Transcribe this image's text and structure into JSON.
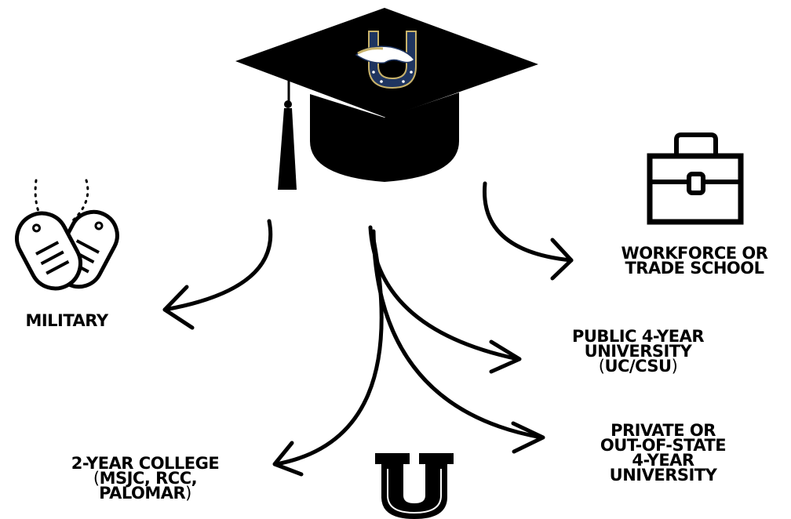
{
  "center": {
    "icon": "graduation-cap-icon",
    "emblem": "horseshoe-horse-logo"
  },
  "paths": {
    "military": {
      "lines": [
        "MILITARY"
      ],
      "icon": "dog-tags-icon"
    },
    "workforce": {
      "lines": [
        "WORKFORCE OR",
        "TRADE SCHOOL"
      ],
      "icon": "briefcase-icon"
    },
    "public_university": {
      "lines": [
        "PUBLIC 4-YEAR",
        "UNIVERSITY"
      ],
      "paren_line": "UC/CSU"
    },
    "private_university": {
      "lines": [
        "PRIVATE OR",
        "OUT-OF-STATE",
        "4-YEAR",
        "UNIVERSITY"
      ]
    },
    "two_year_college": {
      "lines": [
        "2-YEAR COLLEGE"
      ],
      "paren_lines": [
        "MSJC, RCC,",
        "PALOMAR"
      ]
    }
  },
  "bottom_logo": {
    "letter": "U"
  },
  "colors": {
    "ink": "#000000",
    "navy": "#1f3560",
    "gold": "#c8b26a",
    "background": "#ffffff"
  }
}
